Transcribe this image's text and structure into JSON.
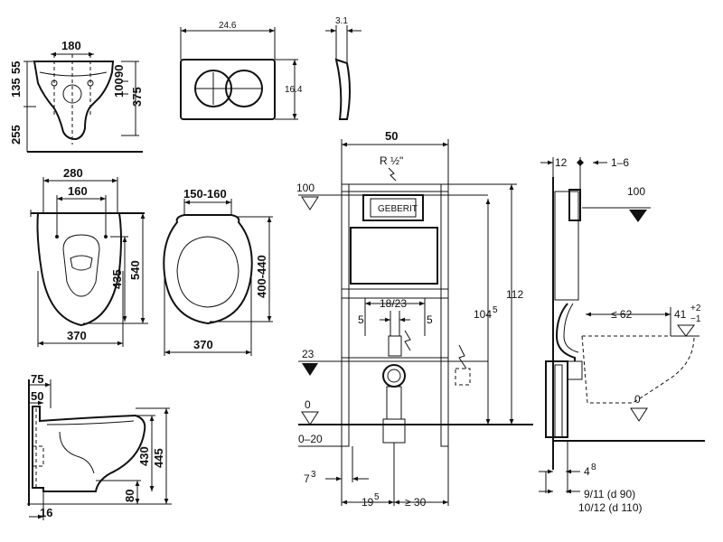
{
  "labels": {
    "bowl_top_width": "180",
    "bowl_left_top": "135",
    "bowl_left_top2": "55",
    "bowl_left_bottom": "255",
    "bowl_right_a": "90",
    "bowl_right_b": "100",
    "bowl_right_total": "375",
    "plan_width": "280",
    "plan_inner": "160",
    "plan_mid": "435",
    "plan_total": "540",
    "plan_bottom": "370",
    "seat_top": "150-160",
    "seat_side": "400-440",
    "seat_bottom": "370",
    "side_top": "75",
    "side_top2": "50",
    "side_mid": "430",
    "side_total": "445",
    "side_floor": "80",
    "side_bottom": "16",
    "plate_width": "24.6",
    "plate_height": "16.4",
    "plate_depth": "3.1",
    "frame_width": "50",
    "frame_supply": "R ½\"",
    "frame_left_100": "100",
    "frame_height": "112",
    "frame_104": "104",
    "frame_104_sup": "5",
    "frame_1823": "18/23",
    "frame_5a": "5",
    "frame_5b": "5",
    "frame_23": "23",
    "frame_0": "0",
    "frame_020": "0–20",
    "frame_7": "7",
    "frame_7_sup": "3",
    "frame_19": "19",
    "frame_19_sup": "5",
    "frame_30": "≥ 30",
    "brand": "GEBERIT",
    "rs_12": "12",
    "rs_16": "1–6",
    "rs_100": "100",
    "rs_62": "≤ 62",
    "rs_41": "41",
    "rs_41_sup": "+2",
    "rs_41_sub": "−1",
    "rs_0": "0",
    "rs_4": "4",
    "rs_4_sup": "8",
    "rs_911": "9/11  (d 90)",
    "rs_1012": "10/12 (d 110)"
  },
  "icons": {
    "level_marker": "triangle-level-icon",
    "electric": "lightning-icon",
    "water": "water-supply-icon"
  }
}
